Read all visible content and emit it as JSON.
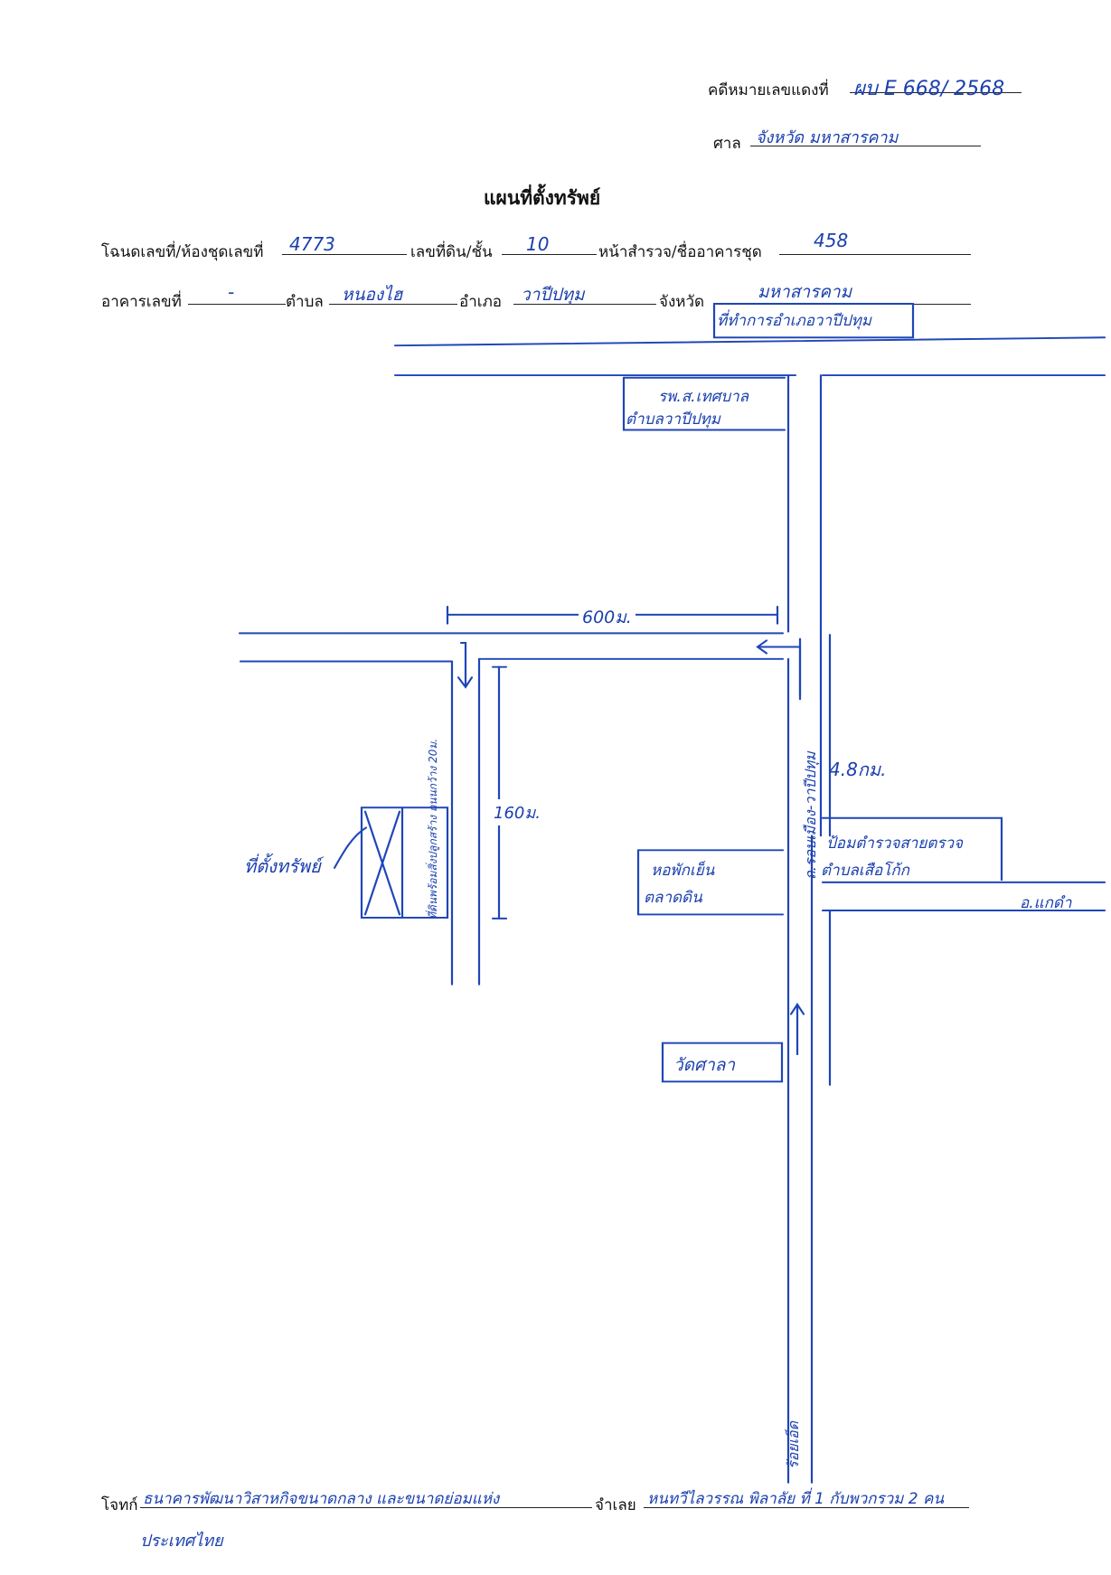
{
  "header": {
    "case_label": "คดีหมายเลขแดงที่",
    "case_value": "ผบ E 668/ 2568",
    "court_label": "ศาล",
    "court_value": "จังหวัด มหาสารคาม"
  },
  "title": "แผนที่ตั้งทรัพย์",
  "deed": {
    "deed_label": "โฉนดเลขที่/ห้องชุดเลขที่",
    "deed_value": "4773",
    "land_label": "เลขที่ดิน/ชั้น",
    "land_value": "10",
    "survey_label": "หน้าสำรวจ/ชื่ออาคารชุด",
    "survey_value": "458"
  },
  "location": {
    "building_label": "อาคารเลขที่",
    "building_value": "-",
    "subdistrict_label": "ตำบล",
    "subdistrict_value": "หนองไฮ",
    "district_label": "อำเภอ",
    "district_value": "วาปีปทุม",
    "province_label": "จังหวัด",
    "province_value": "มหาสารคาม"
  },
  "map": {
    "top_box": "ที่ทำการอำเภอวาปีปทุม",
    "school_line1": "รพ.ส.เทศบาล",
    "school_line2": "ตำบลวาปีปทุม",
    "dist_horizontal": "600ม.",
    "dist_vertical": "160ม.",
    "dist_right": "4.8กม.",
    "main_road": "ถ.รอบเมือง-วาปีปทุม",
    "road_right": "อ.แกดำ",
    "police_line1": "ป้อมตำรวจสายตรวจ",
    "police_line2": "ตำบลเสือโก้ก",
    "shop_line1": "หอพักเย็น",
    "shop_line2": "ตลาดดิน",
    "temple": "วัดศาลา",
    "property_label": "ที่ตั้งทรัพย์",
    "property_box": "ที่ดินพร้อมสิ่งปลูกสร้าง ถนนกว้าง 20ม.",
    "bottom_road": "ร้อยเอ็ด"
  },
  "footer": {
    "plaintiff_label": "โจทก์",
    "plaintiff_value": "ธนาคารพัฒนาวิสาหกิจขนาดกลาง และขนาดย่อมแห่ง",
    "plaintiff_value2": "ประเทศไทย",
    "defendant_label": "จำเลย",
    "defendant_value": "หนทวีไลวรรณ   พิลาลัย   ที่ 1  กับพวกรวม 2 คน"
  }
}
